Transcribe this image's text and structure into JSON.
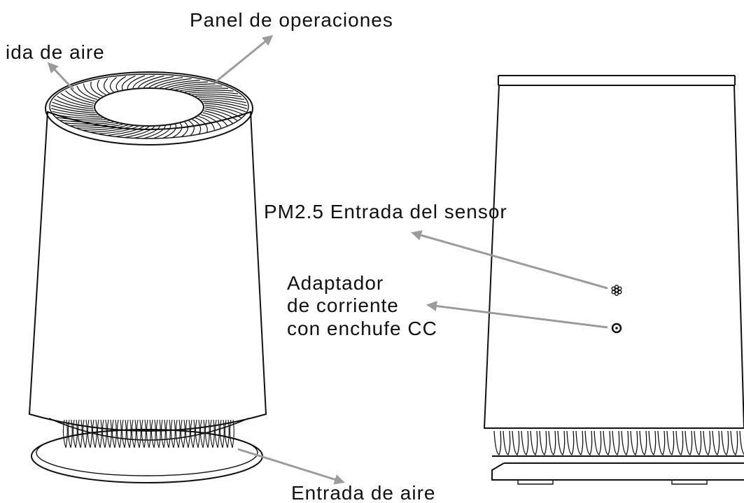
{
  "labels": {
    "outlet": "ida de aire",
    "panel": "Panel de operaciones",
    "sensor": "PM2.5 Entrada del sensor",
    "adapter_1": "Adaptador",
    "adapter_2": "de corriente",
    "adapter_3": "con enchufe CC",
    "inlet": "Entrada de aire"
  },
  "colors": {
    "arrow": "#9b9b9b",
    "line": "#111111",
    "background": "#ffffff"
  },
  "icons": {
    "sensor_port": "sensor-grille-icon",
    "dc_port": "dc-port-icon"
  }
}
